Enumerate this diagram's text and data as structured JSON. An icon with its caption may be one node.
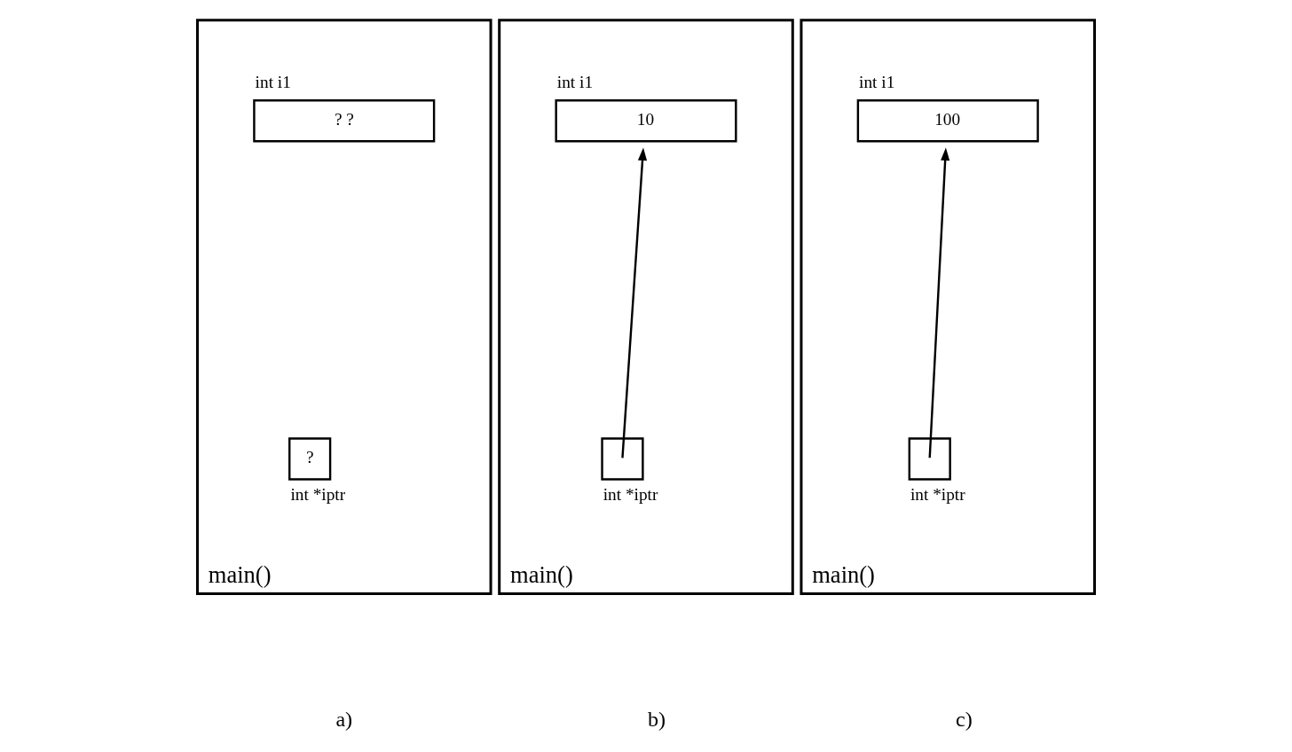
{
  "diagram": {
    "nodes": [
      {
        "text": [
          "main()"
        ]
      },
      {
        "text": [
          "int i1",
          "? ?"
        ],
        "in": 0
      },
      {
        "text": [
          "?"
        ],
        "beside": [
          "int *iptr"
        ],
        "in": 0
      },
      {
        "text": [
          "main()"
        ]
      },
      {
        "text": [
          "int i1",
          "10"
        ],
        "in": 3
      },
      {
        "text": [],
        "shape": "box",
        "beside": [
          "int *iptr"
        ],
        "in": 3
      },
      {
        "text": [
          "main()"
        ]
      },
      {
        "text": [
          "int i1",
          "100"
        ],
        "in": 6
      },
      {
        "text": [],
        "shape": "box",
        "beside": [
          "int *iptr"
        ],
        "in": 6
      }
    ],
    "edges": [
      {
        "from": 5,
        "to": 4,
        "arrow": "to"
      },
      {
        "from": 8,
        "to": 7,
        "arrow": "to"
      }
    ],
    "labels": [
      "a)",
      "b)",
      "c)"
    ]
  }
}
